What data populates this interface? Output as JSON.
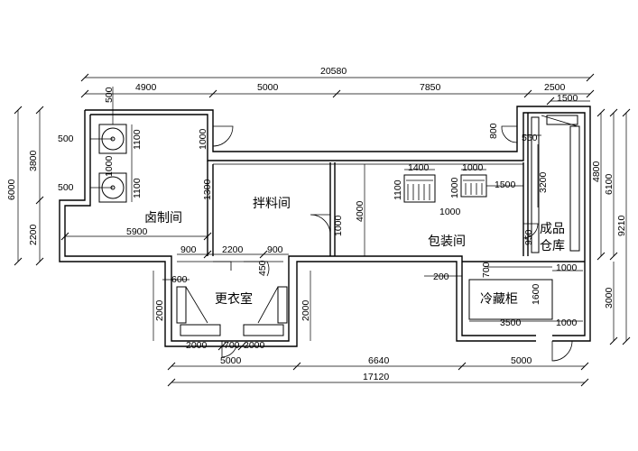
{
  "rooms": {
    "brine": "卤制间",
    "mixing": "拌料间",
    "packing": "包装间",
    "locker": "更衣室",
    "finished_line1": "成品",
    "finished_line2": "仓库",
    "cold": "冷藏柜"
  },
  "dims": {
    "top_total": "20580",
    "top_1": "4900",
    "top_2": "5000",
    "top_3": "7850",
    "top_4": "2500",
    "top_5": "1500",
    "left_outer": "6000",
    "left_inner_top": "3800",
    "left_inner_bottom": "2200",
    "sink_top": "500",
    "sink1_left": "500",
    "sink2_left": "500",
    "sink1_h": "1100",
    "sink2_h": "1100",
    "sink_gap": "1000",
    "brine_door": "1000",
    "brine_width": "5900",
    "brine_mix_wall": "1300",
    "mix_door_left": "900",
    "mix_bottom": "2200",
    "mix_door_right": "900",
    "locker_opening": "450",
    "locker_top_left": "600",
    "locker_h_left": "2000",
    "locker_h_right": "2000",
    "locker_b1": "2000",
    "locker_b2": "700",
    "locker_b3": "2000",
    "mix_pack_door": "1000",
    "pack_h": "4000",
    "table1_w": "1400",
    "table1_h": "1100",
    "table2_w": "1000",
    "table2_h": "1000",
    "table_gap": "1500",
    "table_spacing": "1000",
    "pack_door": "950",
    "fin_top_door": "800",
    "fin_w": "550",
    "fin_h": "3200",
    "right_1": "4800",
    "right_2": "6100",
    "right_3": "9210",
    "right_4": "3000",
    "cold_opening": "200",
    "cold_700": "700",
    "cold_top": "1000",
    "cold_h": "1600",
    "cold_w": "3500",
    "cold_bottom": "1000",
    "bot_1": "5000",
    "bot_2": "6640",
    "bot_3": "5000",
    "bot_total": "17120"
  }
}
